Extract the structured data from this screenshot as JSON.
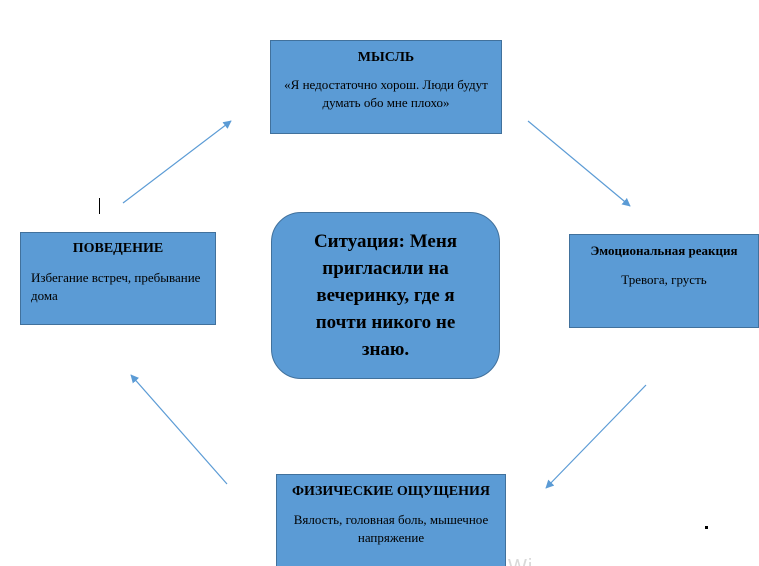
{
  "diagram": {
    "thought": {
      "title": "МЫСЛЬ",
      "text": "«Я недостаточно хорош. Люди будут думать обо мне плохо»"
    },
    "emotion": {
      "title": "Эмоциональная реакция",
      "text": "Тревога, грусть"
    },
    "behavior": {
      "title": "ПОВЕДЕНИЕ",
      "text": "Избегание встреч, пребывание дома"
    },
    "physical": {
      "title": "ФИЗИЧЕСКИЕ ОЩУЩЕНИЯ",
      "text": "Вялость, головная боль, мышечное напряжение"
    },
    "situation": {
      "text": "Ситуация: Меня пригласили на вечеринку, где я почти никого не знаю."
    },
    "colors": {
      "box_fill": "#5b9bd5",
      "box_border": "#41719c",
      "arrow": "#5b9bd5"
    }
  },
  "watermark": "Wi"
}
